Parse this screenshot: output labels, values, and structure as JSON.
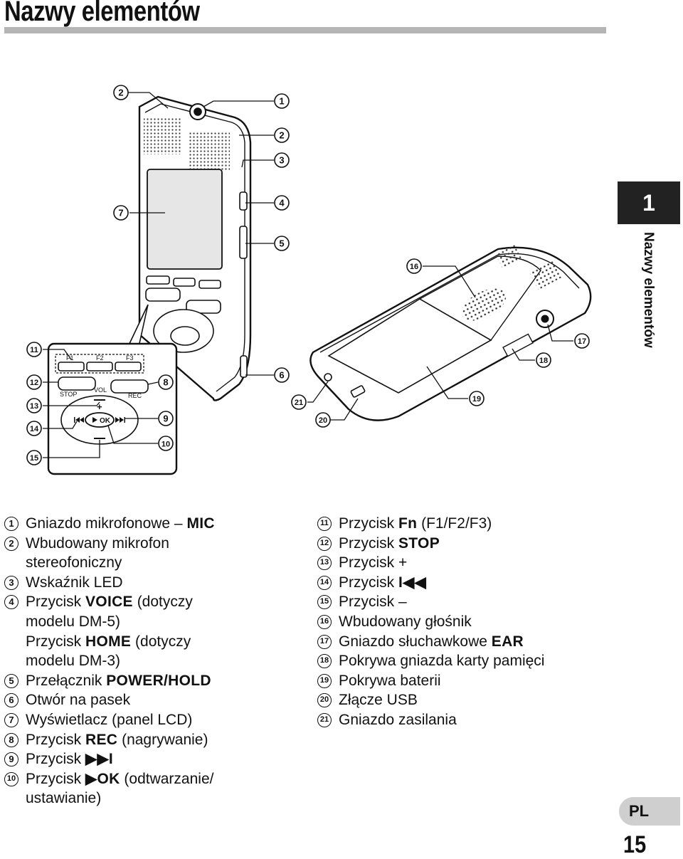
{
  "page": {
    "title": "Nazwy elementów",
    "chapter": "1",
    "side_title": "Nazwy elementów",
    "language_badge": "PL",
    "page_number": "15"
  },
  "callouts": {
    "c1": "1",
    "c2": "2",
    "c2b": "2",
    "c3": "3",
    "c4": "4",
    "c5": "5",
    "c6": "6",
    "c7": "7",
    "c8": "8",
    "c9": "9",
    "c10": "10",
    "c11": "11",
    "c12": "12",
    "c13": "13",
    "c14": "14",
    "c15": "15",
    "c16": "16",
    "c17": "17",
    "c18": "18",
    "c19": "19",
    "c20": "20",
    "c21": "21"
  },
  "inset_labels": {
    "f1": "F1",
    "f2": "F2",
    "f3": "F3",
    "stop": "STOP",
    "vol": "VOL",
    "rec": "REC",
    "ok": "OK",
    "plus": "+"
  },
  "items_left": [
    {
      "num": "1",
      "pre": "Gniazdo mikrofonowe – ",
      "bold": "MIC",
      "post": ""
    },
    {
      "num": "2",
      "pre": "Wbudowany mikrofon",
      "bold": "",
      "post": ""
    },
    {
      "num": "",
      "pre": "stereofoniczny",
      "bold": "",
      "post": ""
    },
    {
      "num": "3",
      "pre": "Wskaźnik LED",
      "bold": "",
      "post": ""
    },
    {
      "num": "4",
      "pre": "Przycisk ",
      "bold": "VOICE",
      "post": " (dotyczy"
    },
    {
      "num": "",
      "pre": "modelu DM-5)",
      "bold": "",
      "post": ""
    },
    {
      "num": "",
      "pre": "Przycisk ",
      "bold": "HOME",
      "post": " (dotyczy"
    },
    {
      "num": "",
      "pre": "modelu DM-3)",
      "bold": "",
      "post": ""
    },
    {
      "num": "5",
      "pre": "Przełącznik ",
      "bold": "POWER/HOLD",
      "post": ""
    },
    {
      "num": "6",
      "pre": "Otwór na pasek",
      "bold": "",
      "post": ""
    },
    {
      "num": "7",
      "pre": "Wyświetlacz (panel LCD)",
      "bold": "",
      "post": ""
    },
    {
      "num": "8",
      "pre": "Przycisk ",
      "bold": "REC",
      "post": " (nagrywanie)"
    },
    {
      "num": "9",
      "pre": "Przycisk ",
      "bold": "▶▶I",
      "post": ""
    },
    {
      "num": "10",
      "pre": "Przycisk ",
      "bold": "▶OK",
      "post": " (odtwarzanie/"
    },
    {
      "num": "",
      "pre": "ustawianie)",
      "bold": "",
      "post": ""
    }
  ],
  "items_right": [
    {
      "num": "11",
      "pre": "Przycisk ",
      "bold": "Fn",
      "post": " (F1/F2/F3)"
    },
    {
      "num": "12",
      "pre": "Przycisk ",
      "bold": "STOP",
      "post": ""
    },
    {
      "num": "13",
      "pre": "Przycisk +",
      "bold": "",
      "post": ""
    },
    {
      "num": "14",
      "pre": "Przycisk ",
      "bold": "I◀◀",
      "post": ""
    },
    {
      "num": "15",
      "pre": "Przycisk –",
      "bold": "",
      "post": ""
    },
    {
      "num": "16",
      "pre": "Wbudowany głośnik",
      "bold": "",
      "post": ""
    },
    {
      "num": "17",
      "pre": "Gniazdo słuchawkowe ",
      "bold": "EAR",
      "post": ""
    },
    {
      "num": "18",
      "pre": "Pokrywa gniazda karty pamięci",
      "bold": "",
      "post": ""
    },
    {
      "num": "19",
      "pre": "Pokrywa baterii",
      "bold": "",
      "post": ""
    },
    {
      "num": "20",
      "pre": "Złącze USB",
      "bold": "",
      "post": ""
    },
    {
      "num": "21",
      "pre": "Gniazdo zasilania",
      "bold": "",
      "post": ""
    }
  ]
}
